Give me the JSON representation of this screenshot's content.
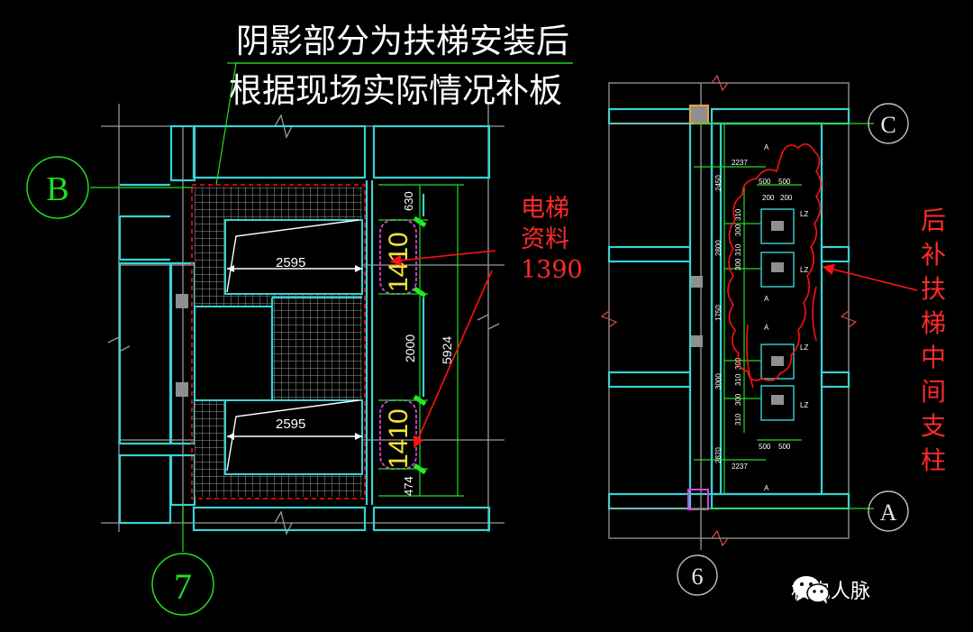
{
  "note_top": {
    "line1": "阴影部分为扶梯安装后",
    "line2": "根据现场实际情况补板"
  },
  "left_plan": {
    "axis_b": "B",
    "axis_7": "7",
    "dim_span_upper": "2595",
    "dim_span_lower": "2595",
    "dim_630": "630",
    "dim_2000": "2000",
    "dim_5924": "5924",
    "dim_474": "474",
    "support_upper": "1410",
    "support_lower": "1410"
  },
  "elevator_note": {
    "line1": "电梯",
    "line2": "资料",
    "line3": "1390"
  },
  "right_plan": {
    "axis_c": "C",
    "axis_a": "A",
    "axis_6": "6",
    "section_marks": [
      "A",
      "A",
      "A",
      "A"
    ],
    "col_labels": [
      "LZ",
      "LZ",
      "LZ",
      "LZ"
    ],
    "dims_left": [
      "2450",
      "2800",
      "1750",
      "3000",
      "2870"
    ],
    "dims_inner": [
      "310",
      "300",
      "310",
      "300",
      "300",
      "310",
      "300",
      "310"
    ],
    "dims_top_row": [
      "500",
      "500",
      "200",
      "200"
    ],
    "dims_bottom_row": [
      "500",
      "500"
    ],
    "dim_2237_top": "2237",
    "dim_2237_bottom": "2237"
  },
  "red_note_right": [
    "后",
    "补",
    "扶",
    "梯",
    "中",
    "间",
    "支",
    "柱"
  ],
  "watermark": {
    "text": "机电人脉",
    "icon": "wechat-icon"
  }
}
